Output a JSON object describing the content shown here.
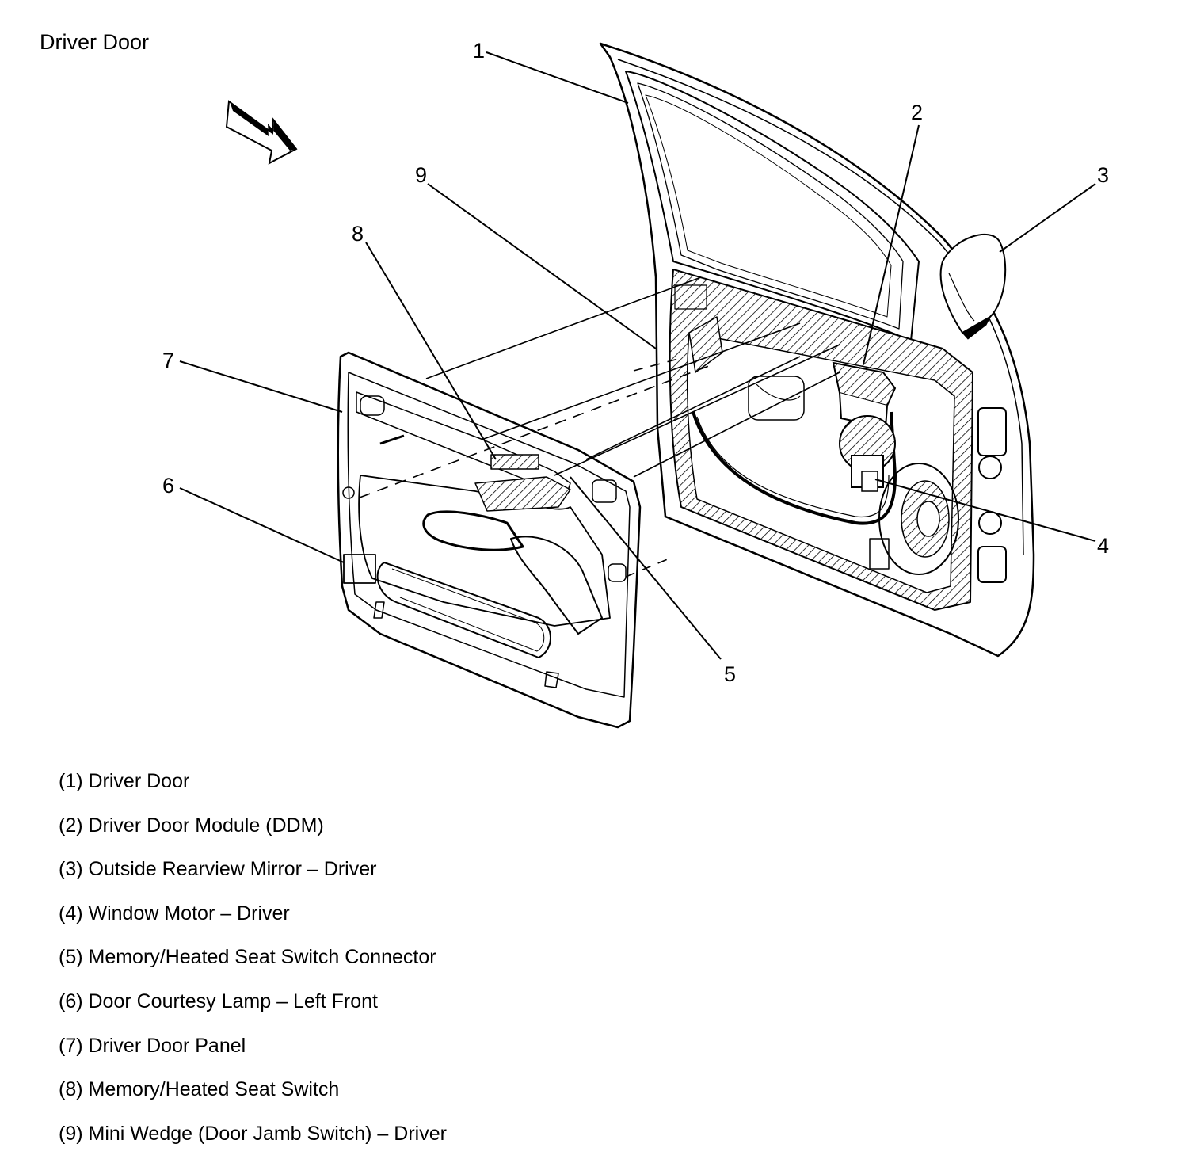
{
  "title": "Driver Door",
  "callouts": [
    "1",
    "2",
    "3",
    "4",
    "5",
    "6",
    "7",
    "8",
    "9"
  ],
  "legend": [
    "(1) Driver Door",
    "(2) Driver Door Module (DDM)",
    "(3) Outside Rearview Mirror – Driver",
    "(4) Window Motor – Driver",
    "(5) Memory/Heated Seat Switch Connector",
    "(6) Door Courtesy Lamp – Left Front",
    "(7) Driver Door Panel",
    "(8) Memory/Heated Seat Switch",
    "(9) Mini Wedge (Door Jamb Switch) – Driver"
  ]
}
